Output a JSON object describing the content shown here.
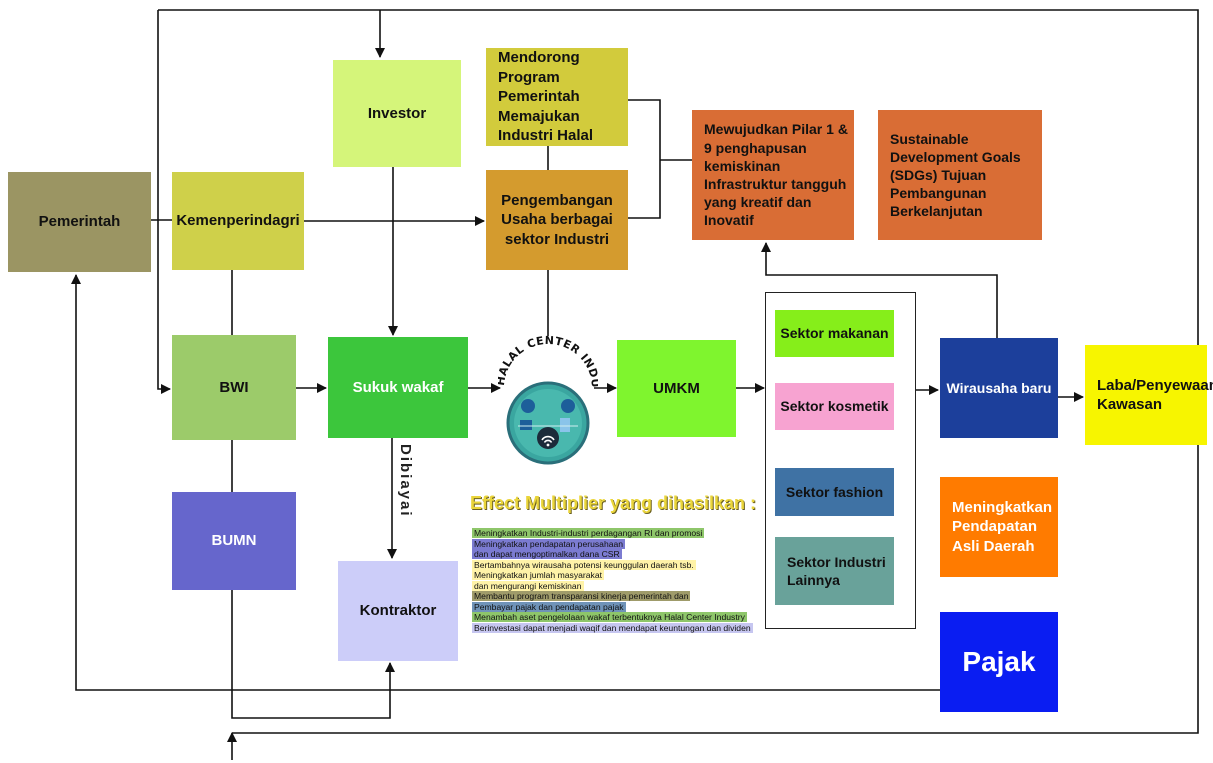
{
  "nodes": {
    "pemerintah": "Pemerintah",
    "kemenperindagri": "Kemenperindagri",
    "investor": "Investor",
    "mendorong": "Mendorong Program Pemerintah Memajukan Industri Halal",
    "pengembangan": "Pengembangan Usaha berbagai sektor Industri",
    "mewujudkan": "Mewujudkan Pilar 1 & 9 penghapusan kemiskinan Infrastruktur tangguh yang kreatif dan Inovatif",
    "sdgs": "Sustainable Development Goals (SDGs) Tujuan Pembangunan Berkelanjutan",
    "bwi": "BWI",
    "sukuk": "Sukuk wakaf",
    "umkm": "UMKM",
    "bumn": "BUMN",
    "kontraktor": "Kontraktor",
    "sektor_makanan": "Sektor makanan",
    "sektor_kosmetik": "Sektor kosmetik",
    "sektor_fashion": "Sektor fashion",
    "sektor_lainnya": "Sektor Industri Lainnya",
    "wirausaha": "Wirausaha baru",
    "laba": "Laba/Penyewaan Kawasan",
    "meningkatkan_pad": "Meningkatkan Pendapatan Asli Daerah",
    "pajak": "Pajak"
  },
  "edge_label_dibiayai": "Dibiayai",
  "logo": {
    "text": "HALAL CENTER INDUSTRY"
  },
  "effects": {
    "title": "Effect Multiplier yang dihasilkan :",
    "items": [
      {
        "text": "Meningkatkan Industri-industri perdagangan RI dan promosi",
        "color": "#8ec66a"
      },
      {
        "text": "Meningkatkan pendapatan perusahaan",
        "color": "#7b7bd1"
      },
      {
        "text": "dan dapat mengoptimalkan dana CSR",
        "color": "#7b7bd1"
      },
      {
        "text": "Bertambahnya wirausaha potensi keunggulan daerah tsb.",
        "color": "#fff3a8"
      },
      {
        "text": "Meningkatkan jumlah masyarakat",
        "color": "#fff3a8"
      },
      {
        "text": "dan mengurangi kemiskinan",
        "color": "#fff3a8"
      },
      {
        "text": "Membantu program transparansi kinerja pemerintah dan",
        "color": "#9f9b6a"
      },
      {
        "text": "Pembayar pajak dan pendapatan pajak",
        "color": "#6f93b8"
      },
      {
        "text": "Menambah aset pengelolaan wakaf terbentuknya Halal Center Industry",
        "color": "#8ec66a"
      },
      {
        "text": "Berinvestasi dapat menjadi waqif dan mendapat keuntungan dan dividen",
        "color": "#c6c6f0"
      }
    ]
  },
  "colors": {
    "pemerintah": "#9b9563",
    "kemenperindagri": "#cfd04a",
    "investor": "#d5f57a",
    "mendorong": "#d2cb3c",
    "pengembangan": "#d49b2e",
    "mewujudkan": "#d96d35",
    "sdgs": "#d96d35",
    "bwi": "#9ccb6a",
    "sukuk": "#3cc63c",
    "umkm": "#7ff52e",
    "bumn": "#6666cc",
    "kontraktor": "#cccdf9",
    "sektor_makanan": "#86ee1a",
    "sektor_kosmetik": "#f7a3d1",
    "sektor_fashion": "#3f72a4",
    "sektor_lainnya": "#69a29a",
    "wirausaha": "#1c3f9b",
    "laba": "#f7f500",
    "meningkatkan_pad": "#ff7b00",
    "pajak": "#0a1df2"
  }
}
